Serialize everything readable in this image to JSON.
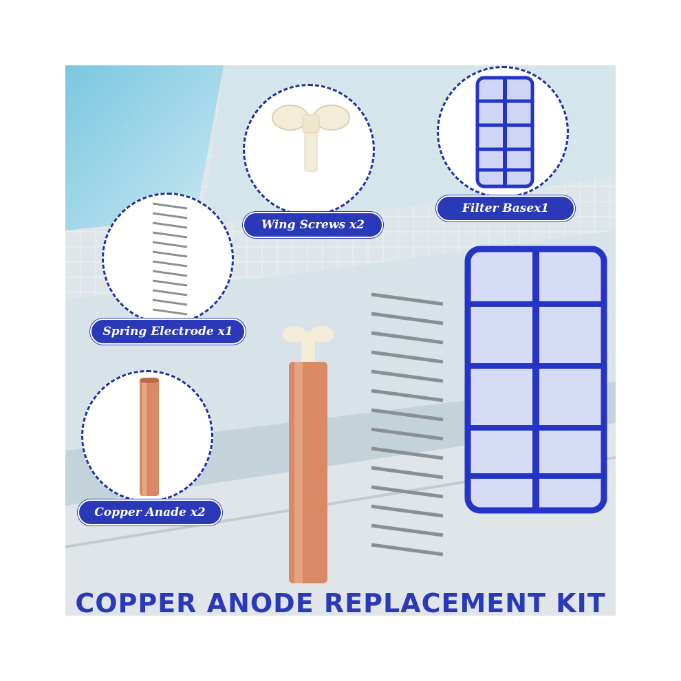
{
  "product": {
    "title": "COPPER ANODE REPLACEMENT KIT",
    "callouts": [
      {
        "label": "Wing Screws x2",
        "icon": "wing-screw-icon"
      },
      {
        "label": "Filter Basex1",
        "icon": "filter-basket-icon"
      },
      {
        "label": "Spring Electrode x1",
        "icon": "spring-icon"
      },
      {
        "label": "Copper Anade x2",
        "icon": "copper-tube-icon"
      }
    ]
  },
  "colors": {
    "brand_blue": "#2a39b8",
    "copper": "#d98a64",
    "pool_water": "#9fd3e6"
  }
}
